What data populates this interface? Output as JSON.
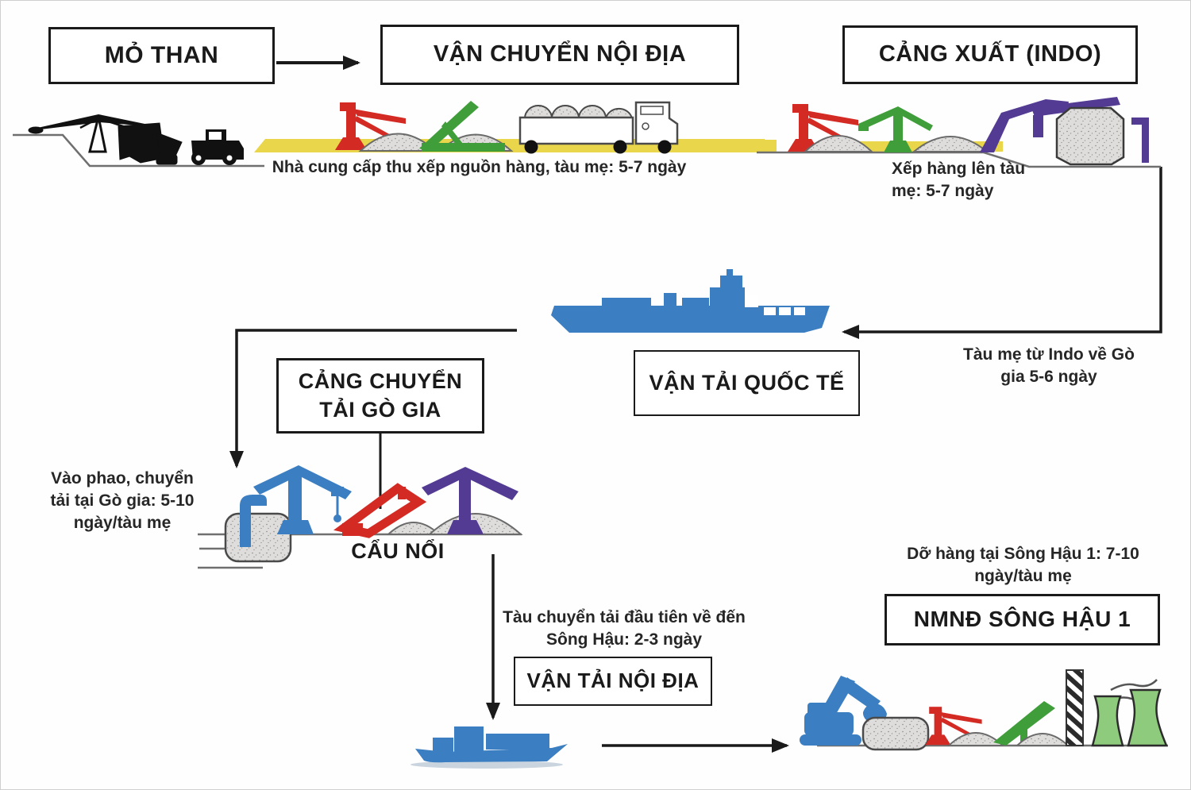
{
  "title": "Coal supply chain flow diagram for Song Hau 1 thermal power plant",
  "colors": {
    "red": "#d42a24",
    "green": "#3f9e3a",
    "purple": "#533b94",
    "blue": "#3b7ec1",
    "yellow": "#e9d64a",
    "gravel": "#dedddb",
    "box_border": "#1a1a1a",
    "text": "#262626",
    "ground": "#6f6f6f"
  },
  "boxes": {
    "mo_than": "MỎ THAN",
    "van_chuyen_noi_dia": "VẬN CHUYỂN NỘI ĐỊA",
    "cang_xuat_indo": "CẢNG XUẤT (INDO)",
    "van_tai_quoc_te": "VẬN TẢI QUỐC TẾ",
    "cang_chuyen_tai_go_gia": "CẢNG CHUYỂN TẢI GÒ GIA",
    "van_tai_noi_dia": "VẬN TẢI NỘI ĐỊA",
    "nmnd_song_hau_1": "NMNĐ SÔNG HẬU 1"
  },
  "labels": {
    "supplier_note": "Nhà cung cấp thu xếp nguồn hàng, tàu mẹ: 5-7 ngày",
    "loading_note": "Xếp hàng lên tàu mẹ: 5-7 ngày",
    "voyage_note": "Tàu mẹ từ Indo về Gò gia 5-6 ngày",
    "transfer_note": "Vào phao, chuyển tải tại Gò gia: 5-10 ngày/tàu mẹ",
    "floating_crane_label": "CẨU NỔI",
    "domestic_note": "Tàu chuyển tải đầu tiên về đến Sông Hậu: 2-3 ngày",
    "unloading_note": "Dỡ hàng tại Sông Hậu 1: 7-10 ngày/tàu mẹ"
  },
  "icons": {
    "dragline-excavator-icon": "black dragline excavator digging a coal pit",
    "tractor-icon": "black wheel loader",
    "harbor-crane-icon": "red level-luffing harbor crane",
    "gantry-crane-icon": "green gantry crane",
    "conveyor-icon": "green inclined conveyor",
    "coal-pile-icon": "grey coal stockpile",
    "coal-truck-icon": "truck loaded with coal mounds",
    "ship-loader-icon": "purple ship loader at export berth",
    "ship-hold-icon": "bulk carrier hold being loaded",
    "cargo-ship-icon": "blue mother vessel",
    "floating-crane-icon": "blue floating crane on pontoon",
    "gantry-red-icon": "red transshipment gantry",
    "gantry-purple-icon": "purple transshipment crane",
    "barge-ship-icon": "small blue transshipment barge",
    "excavator-icon": "blue grab excavator unloading barge",
    "chimney-icon": "striped power plant chimney",
    "smoke-icon": "smoke wisps",
    "cooling-tower-icon": "green cooling towers"
  }
}
